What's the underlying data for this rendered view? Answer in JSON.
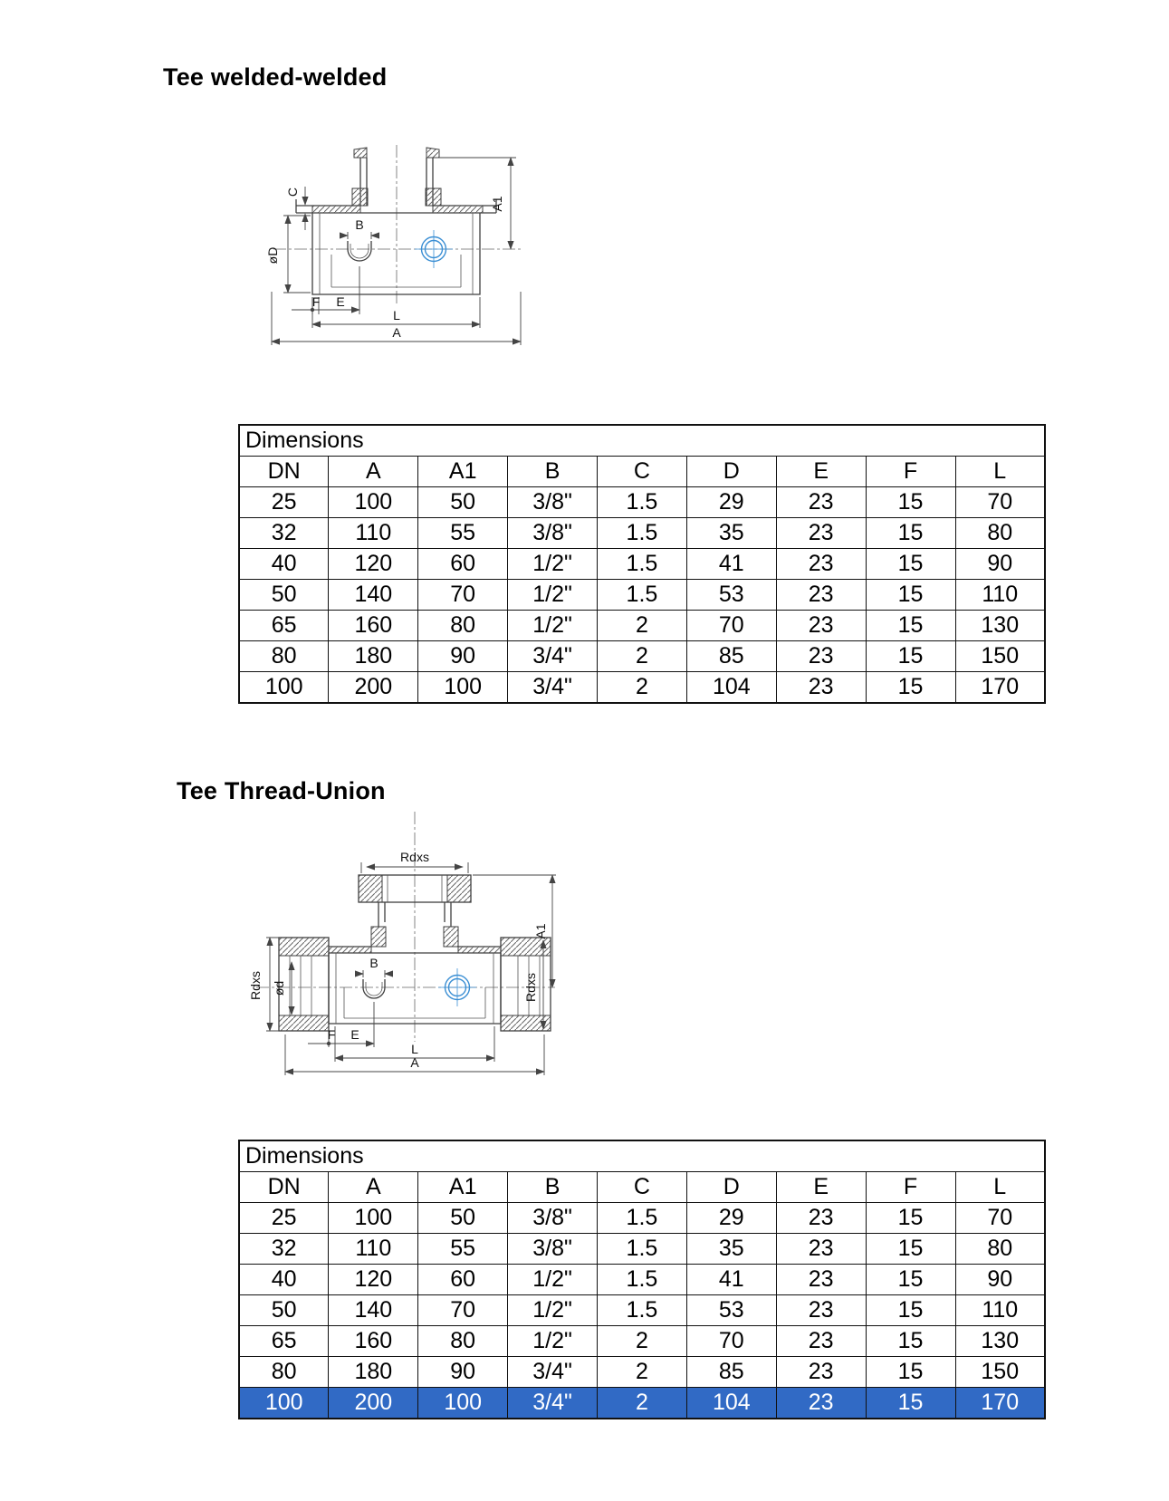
{
  "colors": {
    "line": "#3f3f3f",
    "accent": "#3b8fd4",
    "selection_bg": "#316AC5",
    "selection_text": "#ffffff"
  },
  "sections": [
    {
      "title": "Tee welded-welded",
      "drawing": {
        "labels": {
          "c": "C",
          "diameter": "øD",
          "b": "B",
          "a1": "A1",
          "f": "F",
          "e": "E",
          "l": "L",
          "a": "A"
        }
      },
      "table": {
        "title": "Dimensions",
        "headers": [
          "DN",
          "A",
          "A1",
          "B",
          "C",
          "D",
          "E",
          "F",
          "L"
        ],
        "rows": [
          [
            "25",
            "100",
            "50",
            "3/8\"",
            "1.5",
            "29",
            "23",
            "15",
            "70"
          ],
          [
            "32",
            "110",
            "55",
            "3/8\"",
            "1.5",
            "35",
            "23",
            "15",
            "80"
          ],
          [
            "40",
            "120",
            "60",
            "1/2\"",
            "1.5",
            "41",
            "23",
            "15",
            "90"
          ],
          [
            "50",
            "140",
            "70",
            "1/2\"",
            "1.5",
            "53",
            "23",
            "15",
            "110"
          ],
          [
            "65",
            "160",
            "80",
            "1/2\"",
            "2",
            "70",
            "23",
            "15",
            "130"
          ],
          [
            "80",
            "180",
            "90",
            "3/4\"",
            "2",
            "85",
            "23",
            "15",
            "150"
          ],
          [
            "100",
            "200",
            "100",
            "3/4\"",
            "2",
            "104",
            "23",
            "15",
            "170"
          ]
        ],
        "highlighted_row": null
      }
    },
    {
      "title": "Tee Thread-Union",
      "drawing": {
        "labels": {
          "rdxs_top": "Rdxs",
          "rdxs_left": "Rdxs",
          "rdxs_right": "Rdxs",
          "diameter": "ød",
          "b": "B",
          "a1": "A1",
          "f": "F",
          "e": "E",
          "l": "L",
          "a": "A"
        }
      },
      "table": {
        "title": "Dimensions",
        "headers": [
          "DN",
          "A",
          "A1",
          "B",
          "C",
          "D",
          "E",
          "F",
          "L"
        ],
        "rows": [
          [
            "25",
            "100",
            "50",
            "3/8\"",
            "1.5",
            "29",
            "23",
            "15",
            "70"
          ],
          [
            "32",
            "110",
            "55",
            "3/8\"",
            "1.5",
            "35",
            "23",
            "15",
            "80"
          ],
          [
            "40",
            "120",
            "60",
            "1/2\"",
            "1.5",
            "41",
            "23",
            "15",
            "90"
          ],
          [
            "50",
            "140",
            "70",
            "1/2\"",
            "1.5",
            "53",
            "23",
            "15",
            "110"
          ],
          [
            "65",
            "160",
            "80",
            "1/2\"",
            "2",
            "70",
            "23",
            "15",
            "130"
          ],
          [
            "80",
            "180",
            "90",
            "3/4\"",
            "2",
            "85",
            "23",
            "15",
            "150"
          ],
          [
            "100",
            "200",
            "100",
            "3/4\"",
            "2",
            "104",
            "23",
            "15",
            "170"
          ]
        ],
        "highlighted_row": 6
      }
    }
  ]
}
